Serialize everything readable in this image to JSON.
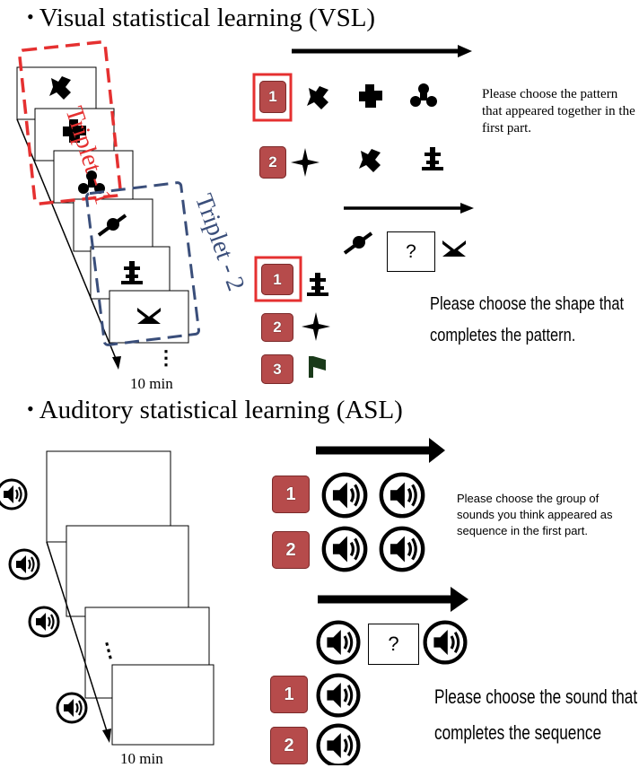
{
  "vsl": {
    "heading": "Visual statistical learning (VSL)",
    "triplet1": "Triplet - 1",
    "triplet2": "Triplet - 2",
    "duration": "10 min",
    "ellipsis": "⋮",
    "test1": {
      "options": [
        "1",
        "2"
      ],
      "instruction": "Please choose the pattern that appeared together in the first part."
    },
    "test2": {
      "blank": "?",
      "options": [
        "1",
        "2",
        "3"
      ],
      "instruction_line1": "Please choose the shape that",
      "instruction_line2": "completes the pattern."
    }
  },
  "asl": {
    "heading": "Auditory statistical learning (ASL)",
    "duration": "10 min",
    "ellipsis": "⋮",
    "test1": {
      "options": [
        "1",
        "2"
      ],
      "instruction": "Please choose the group of sounds you think  appeared as sequence in the first part."
    },
    "test2": {
      "blank": "?",
      "options": [
        "1",
        "2"
      ],
      "instruction_line1": "Please choose the sound that best",
      "instruction_line2": "completes the sequence"
    }
  },
  "colors": {
    "badge": "#b64b4b",
    "highlight": "#e53030",
    "triplet1": "#e53030",
    "triplet2": "#3a4e7a"
  },
  "icons": [
    "speaker-icon",
    "arrow-right-icon",
    "glyph-shapes"
  ]
}
